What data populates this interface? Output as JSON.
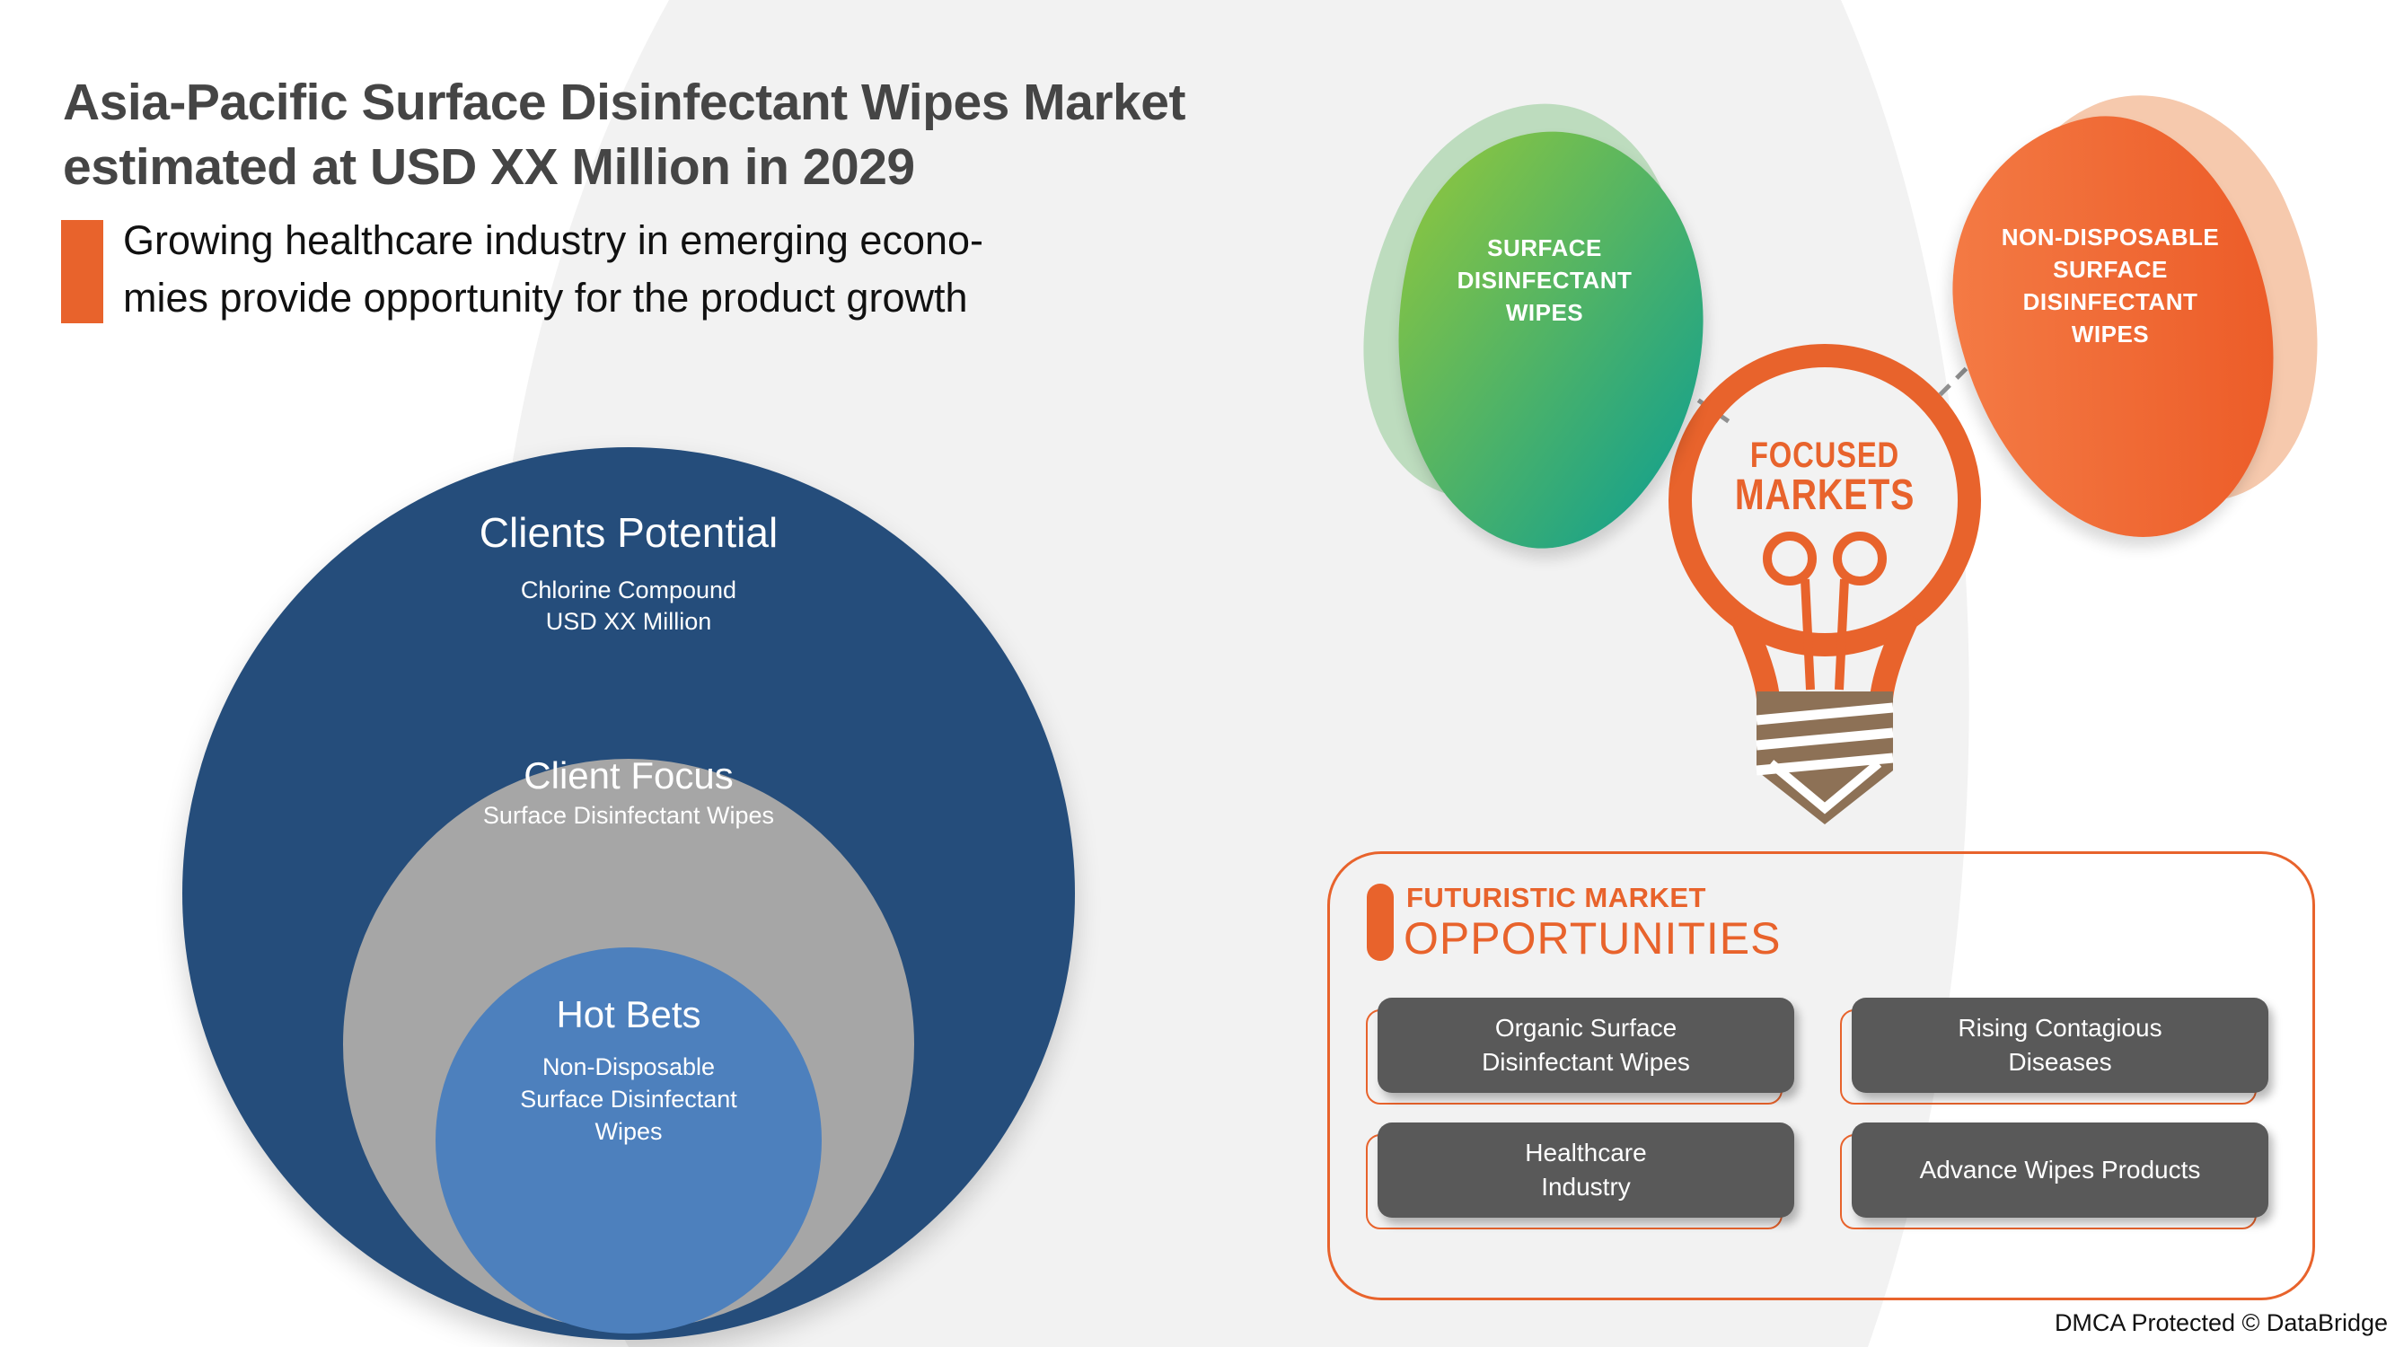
{
  "header": {
    "title_line1": "Asia-Pacific Surface Disinfectant Wipes Market",
    "title_line2": "estimated at USD XX Million in 2029",
    "highlight_line1": "Growing healthcare industry in emerging econo-",
    "highlight_line2": "mies provide opportunity for the product growth"
  },
  "venn_diagram": {
    "outer_circle": {
      "title": "Clients Potential",
      "subtitle_line1": "Chlorine Compound",
      "subtitle_line2": "USD XX Million"
    },
    "middle_circle": {
      "title": "Client Focus",
      "subtitle": "Surface Disinfectant Wipes"
    },
    "inner_circle": {
      "title": "Hot Bets",
      "subtitle_line1": "Non-Disposable",
      "subtitle_line2": "Surface Disinfectant",
      "subtitle_line3": "Wipes"
    }
  },
  "focused_markets": {
    "green_blob": {
      "line1": "SURFACE",
      "line2": "DISINFECTANT",
      "line3": "WIPES"
    },
    "orange_blob": {
      "line1": "NON-DISPOSABLE",
      "line2": "SURFACE",
      "line3": "DISINFECTANT",
      "line4": "WIPES"
    },
    "bulb_label_line1": "FOCUSED",
    "bulb_label_line2": "MARKETS"
  },
  "opportunities_panel": {
    "heading_line1": "FUTURISTIC MARKET",
    "heading_line2": "OPPORTUNITIES",
    "items": [
      {
        "line1": "Organic Surface",
        "line2": "Disinfectant Wipes"
      },
      {
        "line1": "Rising Contagious",
        "line2": "Diseases"
      },
      {
        "line1": "Healthcare",
        "line2": "Industry"
      },
      {
        "line1": "Advance Wipes Products",
        "line2": ""
      }
    ]
  },
  "footer": {
    "dmca_text": "DMCA Protected © DataBridge"
  },
  "colors": {
    "accent_orange": "#e8632c",
    "navy_circle": "#254d7b",
    "gray_circle": "#a6a6a6",
    "blue_circle": "#4d80bd",
    "button_gray": "#595959",
    "green_gradient_start": "#8dc63f",
    "green_gradient_end": "#15a18c",
    "orange_blob": "#ee5f2a",
    "bulb_base_brown": "#8d7156",
    "background_blob": "#f2f2f2",
    "title_text": "#454545"
  }
}
